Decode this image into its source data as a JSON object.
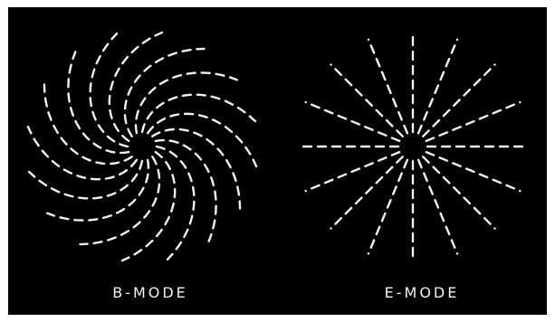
{
  "labels": {
    "b_mode": "B-MODE",
    "e_mode": "E-MODE"
  },
  "colors": {
    "background": "#000000",
    "stroke": "#f2f2f2"
  },
  "patterns": {
    "b_mode": {
      "style": "swirl",
      "arms": 16
    },
    "e_mode": {
      "style": "radial",
      "arms": 16
    }
  }
}
